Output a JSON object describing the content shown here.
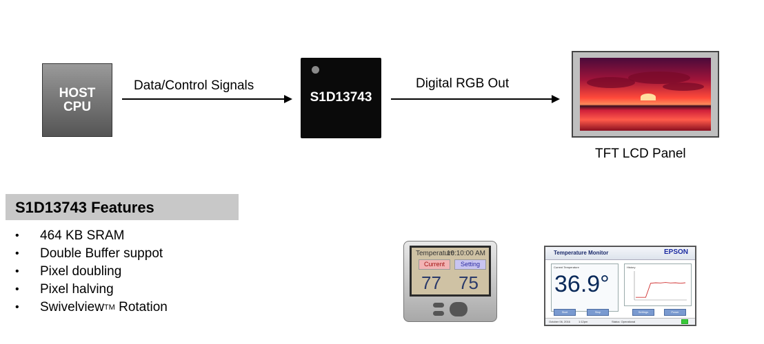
{
  "diagram": {
    "host_label": "HOST\nCPU",
    "arrow1_label": "Data/Control Signals",
    "chip_label": "S1D13743",
    "arrow2_label": "Digital RGB Out",
    "panel_label": "TFT LCD Panel"
  },
  "features": {
    "header": "S1D13743 Features",
    "bullet_glyph": "•",
    "items": [
      "464 KB SRAM",
      "Double Buffer suppot",
      "Pixel doubling",
      "Pixel halving"
    ],
    "swivel_text": "Swivelview",
    "swivel_sup": "TM",
    "swivel_tail": "Rotation"
  },
  "thermostat": {
    "title": "Temperature",
    "time": "10:10:00 AM",
    "current_label": "Current",
    "setting_label": "Setting",
    "current_value": "77",
    "setting_value": "75"
  },
  "monitor": {
    "title": "Temperature Monitor",
    "brand": "EPSON",
    "current_label": "Current Temperature",
    "value": "36.9°",
    "history_label": "History",
    "btn_start": "Start",
    "btn_stop": "Stop",
    "btn_settings": "Settings",
    "btn_power": "Power",
    "date": "October 06, 2016",
    "time": "1:12pm",
    "status": "Status: Operational",
    "history_series": [
      5,
      5,
      5,
      62,
      64,
      63,
      65,
      63,
      64,
      62,
      64
    ]
  },
  "colors": {
    "header_bg": "#c8c8c8",
    "chip_bg": "#0a0a0a",
    "accent_blue": "#1a2aa0"
  }
}
